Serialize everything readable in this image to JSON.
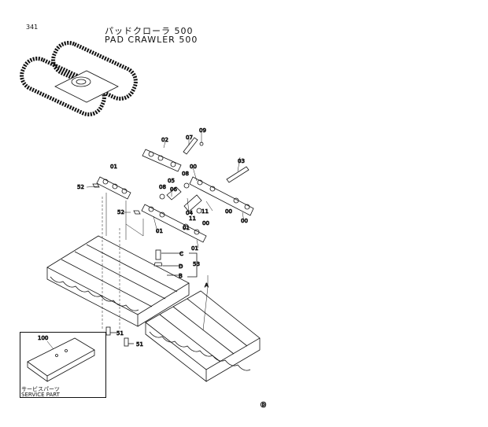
{
  "page_number": "341",
  "title": {
    "jp": "パッドクローラ 500",
    "en": "PAD CRAWLER 500"
  },
  "callouts": {
    "c00a": "00",
    "c00b": "00",
    "c00c": "00",
    "c00d": "00",
    "c01a": "01",
    "c01b": "01",
    "c01c": "01",
    "c01d": "01",
    "c02": "02",
    "c03": "03",
    "c04": "04",
    "c05": "05",
    "c06": "06",
    "c07": "07",
    "c08a": "08",
    "c08b": "08",
    "c09": "09",
    "c11a": "11",
    "c11b": "11",
    "c51a": "51",
    "c51b": "51",
    "c52a": "52",
    "c52b": "52",
    "c53": "53",
    "cA": "A",
    "cB": "B",
    "cC": "C",
    "cD": "D"
  },
  "service_part": {
    "callout": "100",
    "label_jp": "サービスパーツ",
    "label_en": "SERVICE PART"
  },
  "corner_mark": "Ⓓ"
}
